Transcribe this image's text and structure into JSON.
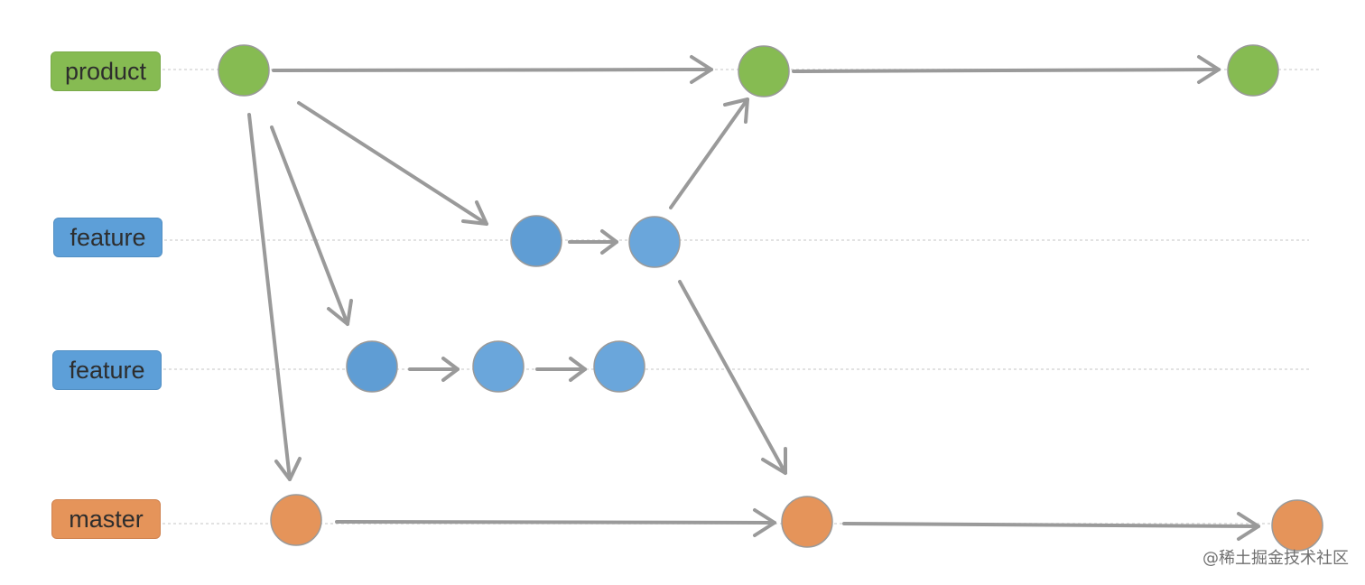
{
  "branches": {
    "product": "product",
    "feature_1": "feature",
    "feature_2": "feature",
    "master": "master"
  },
  "watermark": "@稀土掘金技术社区",
  "colors": {
    "product": "#86bb52",
    "feature": "#5d9fd8",
    "master": "#e5945a",
    "arrow": "#9a9a9a",
    "guide_line": "#d9d9d9"
  }
}
